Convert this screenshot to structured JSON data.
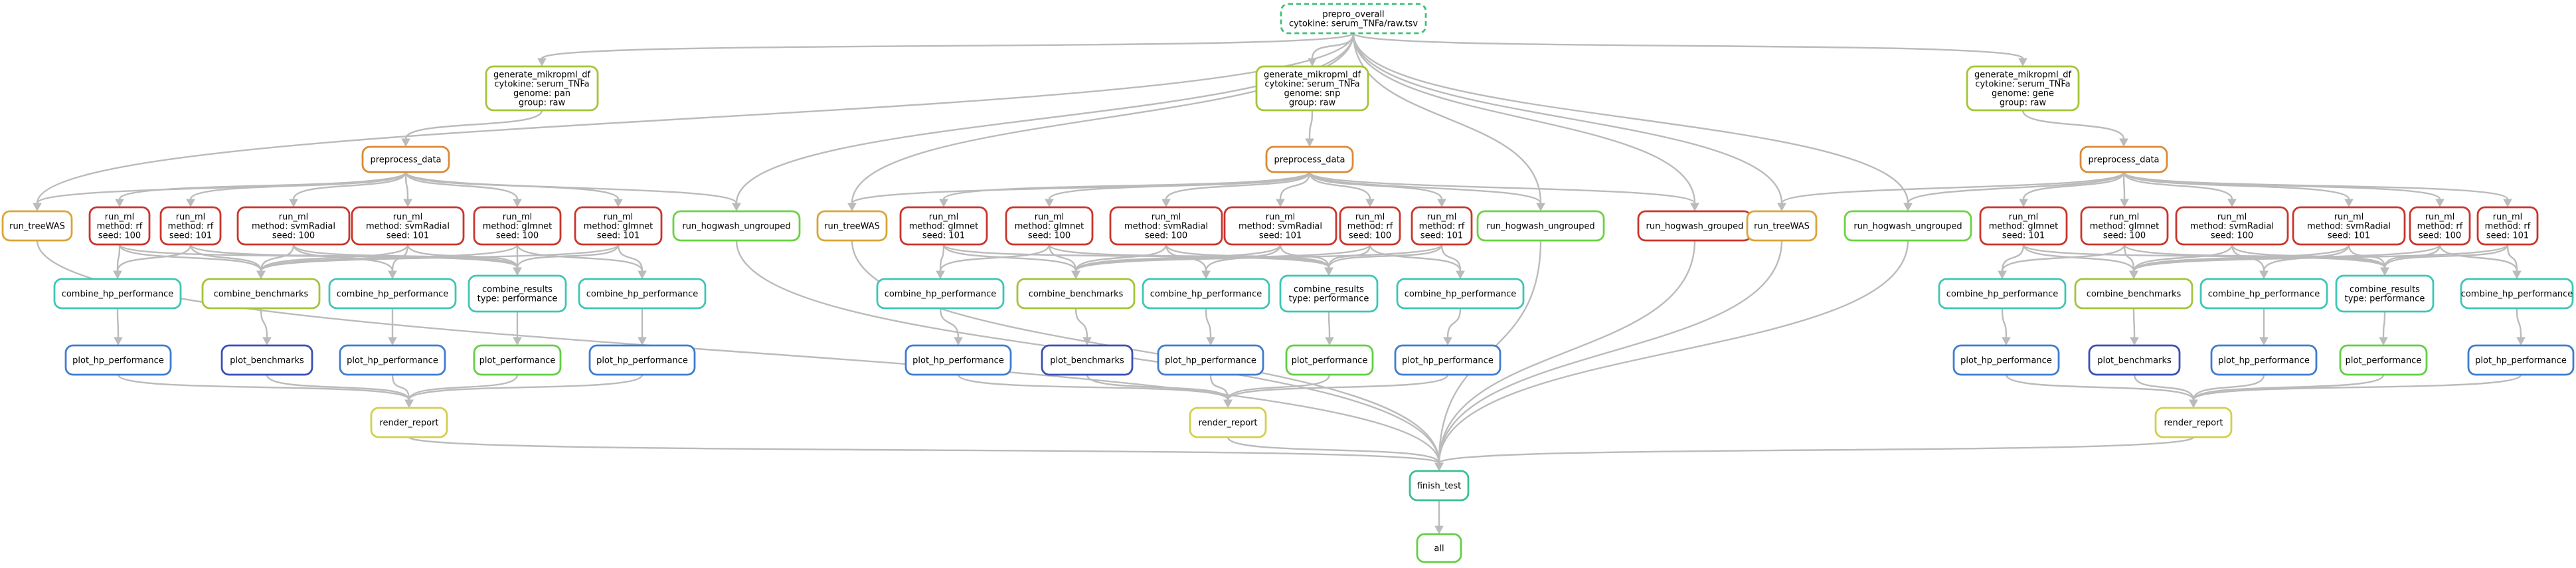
{
  "colors": {
    "edge": "#bbbbbb",
    "olive": "#a4c439",
    "orange": "#d98a3a",
    "red": "#c9352b",
    "gold": "#d8a53a",
    "cyan": "#3ec6b5",
    "green": "#62cf44",
    "blue": "#3f7cd0",
    "navy": "#3a4fb5",
    "yellow": "#d2d04c",
    "teal": "#3cbf8f",
    "lime": "#6ad241",
    "dashed": "#3cc077"
  },
  "nodes": [
    {
      "id": "prepro_overall",
      "lines": [
        "prepro_overall",
        "cytokine: serum_TNFa/raw.tsv"
      ],
      "color": "dashed",
      "dashed": true
    },
    {
      "id": "gen_pan",
      "lines": [
        "generate_mikropml_df",
        "cytokine: serum_TNFa",
        "genome: pan",
        "group: raw"
      ],
      "color": "olive"
    },
    {
      "id": "gen_snp",
      "lines": [
        "generate_mikropml_df",
        "cytokine: serum_TNFa",
        "genome: snp",
        "group: raw"
      ],
      "color": "olive"
    },
    {
      "id": "gen_gene",
      "lines": [
        "generate_mikropml_df",
        "cytokine: serum_TNFa",
        "genome: gene",
        "group: raw"
      ],
      "color": "olive"
    },
    {
      "id": "pre_a",
      "lines": [
        "preprocess_data"
      ],
      "color": "orange"
    },
    {
      "id": "pre_b",
      "lines": [
        "preprocess_data"
      ],
      "color": "orange"
    },
    {
      "id": "pre_c",
      "lines": [
        "preprocess_data"
      ],
      "color": "orange"
    },
    {
      "id": "tree_a",
      "lines": [
        "run_treeWAS"
      ],
      "color": "gold"
    },
    {
      "id": "a_rf100",
      "lines": [
        "run_ml",
        "method: rf",
        "seed: 100"
      ],
      "color": "red"
    },
    {
      "id": "a_rf101",
      "lines": [
        "run_ml",
        "method: rf",
        "seed: 101"
      ],
      "color": "red"
    },
    {
      "id": "a_svm100",
      "lines": [
        "run_ml",
        "method: svmRadial",
        "seed: 100"
      ],
      "color": "red"
    },
    {
      "id": "a_svm101",
      "lines": [
        "run_ml",
        "method: svmRadial",
        "seed: 101"
      ],
      "color": "red"
    },
    {
      "id": "a_glm100",
      "lines": [
        "run_ml",
        "method: glmnet",
        "seed: 100"
      ],
      "color": "red"
    },
    {
      "id": "a_glm101",
      "lines": [
        "run_ml",
        "method: glmnet",
        "seed: 101"
      ],
      "color": "red"
    },
    {
      "id": "hog_a",
      "lines": [
        "run_hogwash_ungrouped"
      ],
      "color": "lime"
    },
    {
      "id": "a_chp1",
      "lines": [
        "combine_hp_performance"
      ],
      "color": "cyan"
    },
    {
      "id": "a_cb",
      "lines": [
        "combine_benchmarks"
      ],
      "color": "olive"
    },
    {
      "id": "a_chp2",
      "lines": [
        "combine_hp_performance"
      ],
      "color": "cyan"
    },
    {
      "id": "a_cr",
      "lines": [
        "combine_results",
        "type: performance"
      ],
      "color": "cyan"
    },
    {
      "id": "a_chp3",
      "lines": [
        "combine_hp_performance"
      ],
      "color": "cyan"
    },
    {
      "id": "a_php1",
      "lines": [
        "plot_hp_performance"
      ],
      "color": "blue"
    },
    {
      "id": "a_pb",
      "lines": [
        "plot_benchmarks"
      ],
      "color": "navy"
    },
    {
      "id": "a_php2",
      "lines": [
        "plot_hp_performance"
      ],
      "color": "blue"
    },
    {
      "id": "a_pp",
      "lines": [
        "plot_performance"
      ],
      "color": "green"
    },
    {
      "id": "a_php3",
      "lines": [
        "plot_hp_performance"
      ],
      "color": "blue"
    },
    {
      "id": "rr_a",
      "lines": [
        "render_report"
      ],
      "color": "yellow"
    },
    {
      "id": "tree_b",
      "lines": [
        "run_treeWAS"
      ],
      "color": "gold"
    },
    {
      "id": "b_glm101",
      "lines": [
        "run_ml",
        "method: glmnet",
        "seed: 101"
      ],
      "color": "red"
    },
    {
      "id": "b_glm100",
      "lines": [
        "run_ml",
        "method: glmnet",
        "seed: 100"
      ],
      "color": "red"
    },
    {
      "id": "b_svm100",
      "lines": [
        "run_ml",
        "method: svmRadial",
        "seed: 100"
      ],
      "color": "red"
    },
    {
      "id": "b_svm101",
      "lines": [
        "run_ml",
        "method: svmRadial",
        "seed: 101"
      ],
      "color": "red"
    },
    {
      "id": "b_rf100",
      "lines": [
        "run_ml",
        "method: rf",
        "seed: 100"
      ],
      "color": "red"
    },
    {
      "id": "b_rf101",
      "lines": [
        "run_ml",
        "method: rf",
        "seed: 101"
      ],
      "color": "red"
    },
    {
      "id": "hog_b",
      "lines": [
        "run_hogwash_ungrouped"
      ],
      "color": "lime"
    },
    {
      "id": "hogg_b",
      "lines": [
        "run_hogwash_grouped"
      ],
      "color": "red"
    },
    {
      "id": "b_chp1",
      "lines": [
        "combine_hp_performance"
      ],
      "color": "cyan"
    },
    {
      "id": "b_cb",
      "lines": [
        "combine_benchmarks"
      ],
      "color": "olive"
    },
    {
      "id": "b_chp2",
      "lines": [
        "combine_hp_performance"
      ],
      "color": "cyan"
    },
    {
      "id": "b_cr",
      "lines": [
        "combine_results",
        "type: performance"
      ],
      "color": "cyan"
    },
    {
      "id": "b_chp3",
      "lines": [
        "combine_hp_performance"
      ],
      "color": "cyan"
    },
    {
      "id": "b_php1",
      "lines": [
        "plot_hp_performance"
      ],
      "color": "blue"
    },
    {
      "id": "b_pb",
      "lines": [
        "plot_benchmarks"
      ],
      "color": "navy"
    },
    {
      "id": "b_php2",
      "lines": [
        "plot_hp_performance"
      ],
      "color": "blue"
    },
    {
      "id": "b_pp",
      "lines": [
        "plot_performance"
      ],
      "color": "green"
    },
    {
      "id": "b_php3",
      "lines": [
        "plot_hp_performance"
      ],
      "color": "blue"
    },
    {
      "id": "rr_b",
      "lines": [
        "render_report"
      ],
      "color": "yellow"
    },
    {
      "id": "tree_c",
      "lines": [
        "run_treeWAS"
      ],
      "color": "gold"
    },
    {
      "id": "hog_c",
      "lines": [
        "run_hogwash_ungrouped"
      ],
      "color": "lime"
    },
    {
      "id": "c_glm101",
      "lines": [
        "run_ml",
        "method: glmnet",
        "seed: 101"
      ],
      "color": "red"
    },
    {
      "id": "c_glm100",
      "lines": [
        "run_ml",
        "method: glmnet",
        "seed: 100"
      ],
      "color": "red"
    },
    {
      "id": "c_svm100",
      "lines": [
        "run_ml",
        "method: svmRadial",
        "seed: 100"
      ],
      "color": "red"
    },
    {
      "id": "c_svm101",
      "lines": [
        "run_ml",
        "method: svmRadial",
        "seed: 101"
      ],
      "color": "red"
    },
    {
      "id": "c_rf100",
      "lines": [
        "run_ml",
        "method: rf",
        "seed: 100"
      ],
      "color": "red"
    },
    {
      "id": "c_rf101",
      "lines": [
        "run_ml",
        "method: rf",
        "seed: 101"
      ],
      "color": "red"
    },
    {
      "id": "c_chp1",
      "lines": [
        "combine_hp_performance"
      ],
      "color": "cyan"
    },
    {
      "id": "c_cb",
      "lines": [
        "combine_benchmarks"
      ],
      "color": "olive"
    },
    {
      "id": "c_chp2",
      "lines": [
        "combine_hp_performance"
      ],
      "color": "cyan"
    },
    {
      "id": "c_cr",
      "lines": [
        "combine_results",
        "type: performance"
      ],
      "color": "cyan"
    },
    {
      "id": "c_chp3",
      "lines": [
        "combine_hp_performance"
      ],
      "color": "cyan"
    },
    {
      "id": "c_php1",
      "lines": [
        "plot_hp_performance"
      ],
      "color": "blue"
    },
    {
      "id": "c_pb",
      "lines": [
        "plot_benchmarks"
      ],
      "color": "navy"
    },
    {
      "id": "c_php2",
      "lines": [
        "plot_hp_performance"
      ],
      "color": "blue"
    },
    {
      "id": "c_pp",
      "lines": [
        "plot_performance"
      ],
      "color": "green"
    },
    {
      "id": "c_php3",
      "lines": [
        "plot_hp_performance"
      ],
      "color": "blue"
    },
    {
      "id": "rr_c",
      "lines": [
        "render_report"
      ],
      "color": "yellow"
    },
    {
      "id": "finish",
      "lines": [
        "finish_test"
      ],
      "color": "teal"
    },
    {
      "id": "all",
      "lines": [
        "all"
      ],
      "color": "green"
    }
  ],
  "edges": [
    [
      "prepro_overall",
      "gen_pan"
    ],
    [
      "prepro_overall",
      "gen_snp"
    ],
    [
      "prepro_overall",
      "gen_gene"
    ],
    [
      "prepro_overall",
      "tree_a"
    ],
    [
      "prepro_overall",
      "tree_b"
    ],
    [
      "prepro_overall",
      "tree_c"
    ],
    [
      "prepro_overall",
      "hog_a"
    ],
    [
      "prepro_overall",
      "hog_b"
    ],
    [
      "prepro_overall",
      "hogg_b"
    ],
    [
      "prepro_overall",
      "hog_c"
    ],
    [
      "gen_pan",
      "pre_a"
    ],
    [
      "pre_a",
      "tree_a"
    ],
    [
      "pre_a",
      "a_rf100"
    ],
    [
      "pre_a",
      "a_rf101"
    ],
    [
      "pre_a",
      "a_svm100"
    ],
    [
      "pre_a",
      "a_svm101"
    ],
    [
      "pre_a",
      "a_glm100"
    ],
    [
      "pre_a",
      "a_glm101"
    ],
    [
      "pre_a",
      "hog_a"
    ],
    [
      "a_rf100",
      "a_chp1"
    ],
    [
      "a_rf100",
      "a_cb"
    ],
    [
      "a_rf100",
      "a_cr"
    ],
    [
      "a_rf101",
      "a_chp1"
    ],
    [
      "a_rf101",
      "a_cb"
    ],
    [
      "a_rf101",
      "a_cr"
    ],
    [
      "a_svm100",
      "a_chp2"
    ],
    [
      "a_svm100",
      "a_cb"
    ],
    [
      "a_svm100",
      "a_cr"
    ],
    [
      "a_svm101",
      "a_chp2"
    ],
    [
      "a_svm101",
      "a_cb"
    ],
    [
      "a_svm101",
      "a_cr"
    ],
    [
      "a_glm100",
      "a_chp3"
    ],
    [
      "a_glm100",
      "a_cb"
    ],
    [
      "a_glm100",
      "a_cr"
    ],
    [
      "a_glm101",
      "a_chp3"
    ],
    [
      "a_glm101",
      "a_cb"
    ],
    [
      "a_glm101",
      "a_cr"
    ],
    [
      "a_chp1",
      "a_php1"
    ],
    [
      "a_cb",
      "a_pb"
    ],
    [
      "a_chp2",
      "a_php2"
    ],
    [
      "a_cr",
      "a_pp"
    ],
    [
      "a_chp3",
      "a_php3"
    ],
    [
      "a_php1",
      "rr_a"
    ],
    [
      "a_pb",
      "rr_a"
    ],
    [
      "a_php2",
      "rr_a"
    ],
    [
      "a_pp",
      "rr_a"
    ],
    [
      "a_php3",
      "rr_a"
    ],
    [
      "gen_snp",
      "pre_b"
    ],
    [
      "pre_b",
      "tree_b"
    ],
    [
      "pre_b",
      "b_glm101"
    ],
    [
      "pre_b",
      "b_glm100"
    ],
    [
      "pre_b",
      "b_svm100"
    ],
    [
      "pre_b",
      "b_svm101"
    ],
    [
      "pre_b",
      "b_rf100"
    ],
    [
      "pre_b",
      "b_rf101"
    ],
    [
      "pre_b",
      "hog_b"
    ],
    [
      "pre_b",
      "hogg_b"
    ],
    [
      "b_glm101",
      "b_chp1"
    ],
    [
      "b_glm101",
      "b_cb"
    ],
    [
      "b_glm101",
      "b_cr"
    ],
    [
      "b_glm100",
      "b_chp1"
    ],
    [
      "b_glm100",
      "b_cb"
    ],
    [
      "b_glm100",
      "b_cr"
    ],
    [
      "b_svm100",
      "b_chp2"
    ],
    [
      "b_svm100",
      "b_cb"
    ],
    [
      "b_svm100",
      "b_cr"
    ],
    [
      "b_svm101",
      "b_chp2"
    ],
    [
      "b_svm101",
      "b_cb"
    ],
    [
      "b_svm101",
      "b_cr"
    ],
    [
      "b_rf100",
      "b_chp3"
    ],
    [
      "b_rf100",
      "b_cb"
    ],
    [
      "b_rf100",
      "b_cr"
    ],
    [
      "b_rf101",
      "b_chp3"
    ],
    [
      "b_rf101",
      "b_cb"
    ],
    [
      "b_rf101",
      "b_cr"
    ],
    [
      "b_chp1",
      "b_php1"
    ],
    [
      "b_cb",
      "b_pb"
    ],
    [
      "b_chp2",
      "b_php2"
    ],
    [
      "b_cr",
      "b_pp"
    ],
    [
      "b_chp3",
      "b_php3"
    ],
    [
      "b_php1",
      "rr_b"
    ],
    [
      "b_pb",
      "rr_b"
    ],
    [
      "b_php2",
      "rr_b"
    ],
    [
      "b_pp",
      "rr_b"
    ],
    [
      "b_php3",
      "rr_b"
    ],
    [
      "gen_gene",
      "pre_c"
    ],
    [
      "pre_c",
      "tree_c"
    ],
    [
      "pre_c",
      "hog_c"
    ],
    [
      "pre_c",
      "c_glm101"
    ],
    [
      "pre_c",
      "c_glm100"
    ],
    [
      "pre_c",
      "c_svm100"
    ],
    [
      "pre_c",
      "c_svm101"
    ],
    [
      "pre_c",
      "c_rf100"
    ],
    [
      "pre_c",
      "c_rf101"
    ],
    [
      "c_glm101",
      "c_chp1"
    ],
    [
      "c_glm101",
      "c_cb"
    ],
    [
      "c_glm101",
      "c_cr"
    ],
    [
      "c_glm100",
      "c_chp1"
    ],
    [
      "c_glm100",
      "c_cb"
    ],
    [
      "c_glm100",
      "c_cr"
    ],
    [
      "c_svm100",
      "c_chp2"
    ],
    [
      "c_svm100",
      "c_cb"
    ],
    [
      "c_svm100",
      "c_cr"
    ],
    [
      "c_svm101",
      "c_chp2"
    ],
    [
      "c_svm101",
      "c_cb"
    ],
    [
      "c_svm101",
      "c_cr"
    ],
    [
      "c_rf100",
      "c_chp3"
    ],
    [
      "c_rf100",
      "c_cb"
    ],
    [
      "c_rf100",
      "c_cr"
    ],
    [
      "c_rf101",
      "c_chp3"
    ],
    [
      "c_rf101",
      "c_cb"
    ],
    [
      "c_rf101",
      "c_cr"
    ],
    [
      "c_chp1",
      "c_php1"
    ],
    [
      "c_cb",
      "c_pb"
    ],
    [
      "c_chp2",
      "c_php2"
    ],
    [
      "c_cr",
      "c_pp"
    ],
    [
      "c_chp3",
      "c_php3"
    ],
    [
      "c_php1",
      "rr_c"
    ],
    [
      "c_pb",
      "rr_c"
    ],
    [
      "c_php2",
      "rr_c"
    ],
    [
      "c_pp",
      "rr_c"
    ],
    [
      "c_php3",
      "rr_c"
    ],
    [
      "tree_a",
      "finish"
    ],
    [
      "hog_a",
      "finish"
    ],
    [
      "rr_a",
      "finish"
    ],
    [
      "tree_b",
      "finish"
    ],
    [
      "hog_b",
      "finish"
    ],
    [
      "hogg_b",
      "finish"
    ],
    [
      "rr_b",
      "finish"
    ],
    [
      "tree_c",
      "finish"
    ],
    [
      "hog_c",
      "finish"
    ],
    [
      "rr_c",
      "finish"
    ],
    [
      "finish",
      "all"
    ]
  ]
}
